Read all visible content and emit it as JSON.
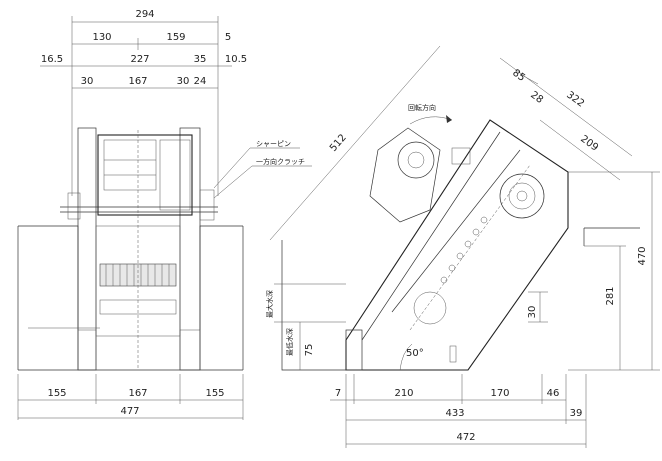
{
  "front_view": {
    "top_dims": [
      "294",
      "130",
      "159",
      "5",
      "16.5",
      "227",
      "35",
      "10.5",
      "30",
      "167",
      "30",
      "24"
    ],
    "bottom_dims": [
      "155",
      "167",
      "155",
      "477"
    ],
    "callouts": [
      "シャーピン",
      "一方向クラッチ"
    ]
  },
  "side_view": {
    "dims": [
      "85",
      "28",
      "322",
      "209",
      "512",
      "470",
      "281",
      "30",
      "75",
      "50°",
      "7",
      "210",
      "170",
      "46",
      "433",
      "39",
      "472"
    ],
    "labels": [
      "回転方向",
      "最大水深",
      "最低水深"
    ]
  }
}
